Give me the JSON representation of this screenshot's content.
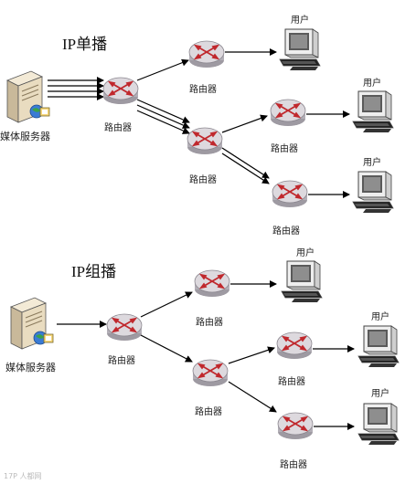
{
  "unicast": {
    "title": "IP单播",
    "server_label": "媒体服务器",
    "routers": [
      "路由器",
      "路由器",
      "路由器",
      "路由器",
      "路由器"
    ],
    "users": [
      "用户",
      "用户",
      "用户"
    ]
  },
  "multicast": {
    "title": "IP组播",
    "server_label": "媒体服务器",
    "routers": [
      "路由器",
      "路由器",
      "路由器",
      "路由器",
      "路由器"
    ],
    "users": [
      "用户",
      "用户",
      "用户"
    ]
  },
  "icons": {
    "server": "media-server-icon",
    "router": "router-icon",
    "user": "user-computer-icon"
  },
  "colors": {
    "router_body": "#ddd9de",
    "router_arrows": "#c0282d",
    "server_body": "#e9dcc0",
    "monitor_screen": "#5a5a5a",
    "link": "#000000"
  },
  "watermark": "17P 人都网"
}
